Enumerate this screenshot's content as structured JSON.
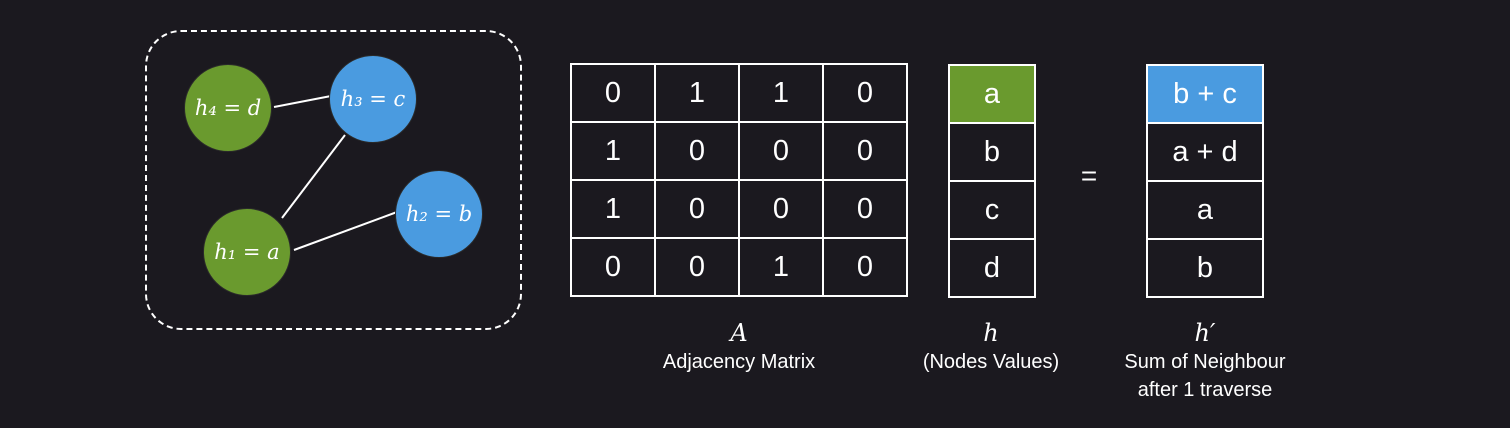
{
  "graph": {
    "nodes": [
      {
        "id": "h4",
        "label": "h₄ = d",
        "color": "green"
      },
      {
        "id": "h3",
        "label": "h₃ = c",
        "color": "blue"
      },
      {
        "id": "h1",
        "label": "h₁ = a",
        "color": "green"
      },
      {
        "id": "h2",
        "label": "h₂ = b",
        "color": "blue"
      }
    ],
    "edges": [
      [
        "h4",
        "h3"
      ],
      [
        "h3",
        "h1"
      ],
      [
        "h1",
        "h2"
      ]
    ]
  },
  "adjacency": {
    "rows": [
      [
        "0",
        "1",
        "1",
        "0"
      ],
      [
        "1",
        "0",
        "0",
        "0"
      ],
      [
        "1",
        "0",
        "0",
        "0"
      ],
      [
        "0",
        "0",
        "1",
        "0"
      ]
    ],
    "symbol": "A",
    "caption": "Adjacency Matrix"
  },
  "node_values": {
    "cells": [
      "a",
      "b",
      "c",
      "d"
    ],
    "symbol": "h",
    "caption": "(Nodes Values)"
  },
  "equals": "=",
  "result": {
    "cells": [
      "b + c",
      "a + d",
      "a",
      "b"
    ],
    "symbol": "h′",
    "caption_line1": "Sum of Neighbour",
    "caption_line2": "after 1 traverse"
  },
  "colors": {
    "background": "#1b191f",
    "green": "#6a9a2e",
    "blue": "#4a9be0",
    "line": "#ffffff"
  }
}
